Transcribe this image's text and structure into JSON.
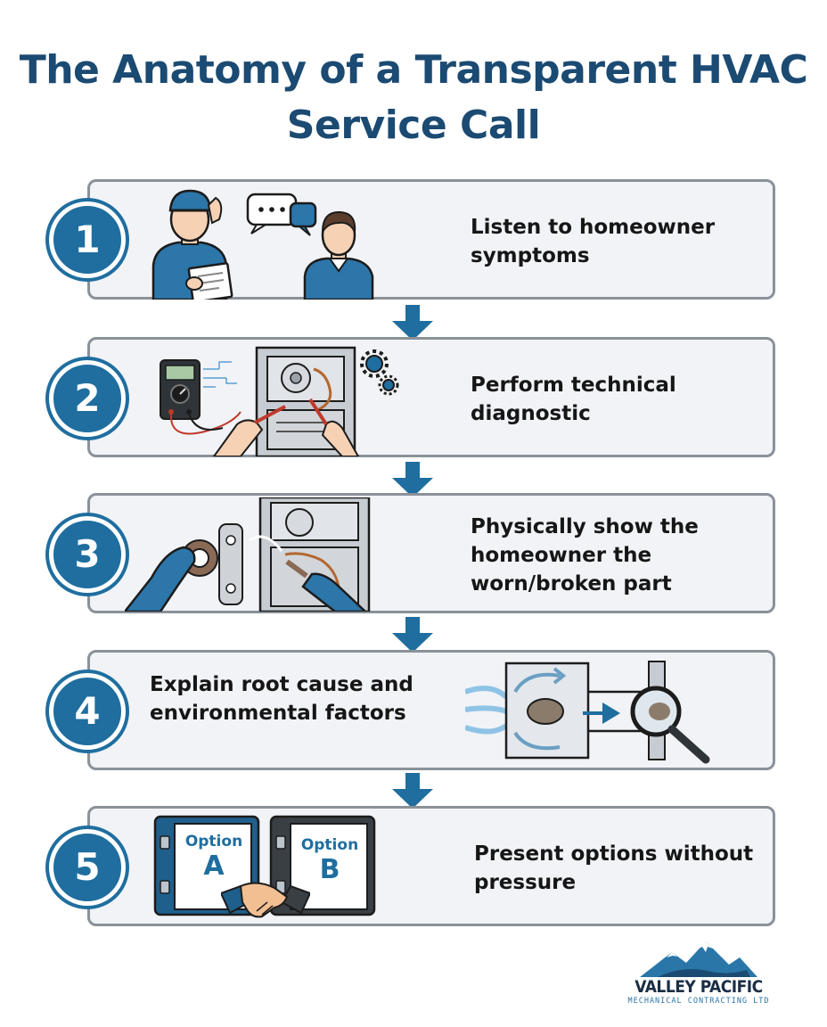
{
  "title": "The Anatomy of a Transparent HVAC Service Call",
  "steps": [
    {
      "number": "1",
      "text": "Listen to homeowner symptoms"
    },
    {
      "number": "2",
      "text": "Perform technical diagnostic"
    },
    {
      "number": "3",
      "text": "Physically show the homeowner the worn/broken part"
    },
    {
      "number": "4",
      "text": "Explain root cause and environmental factors"
    },
    {
      "number": "5",
      "text": "Present options without pressure"
    }
  ],
  "options": {
    "a_word": "Option",
    "a_letter": "A",
    "b_word": "Option",
    "b_letter": "B"
  },
  "logo": {
    "name": "VALLEY PACIFIC",
    "sub": "MECHANICAL CONTRACTING LTD"
  },
  "colors": {
    "title": "#1b4a72",
    "badge": "#1f6e9f",
    "card_bg": "#f1f3f6",
    "card_border": "#8a9199",
    "arrow": "#1f6e9f"
  },
  "icons": [
    "technician-icon",
    "homeowner-icon",
    "speech-bubble-icon",
    "multimeter-icon",
    "furnace-icon",
    "gear-icon",
    "gloved-hand-icon",
    "bearing-part-icon",
    "airflow-filter-icon",
    "magnifier-icon",
    "binder-icon",
    "handshake-icon",
    "mountain-logo-icon"
  ]
}
